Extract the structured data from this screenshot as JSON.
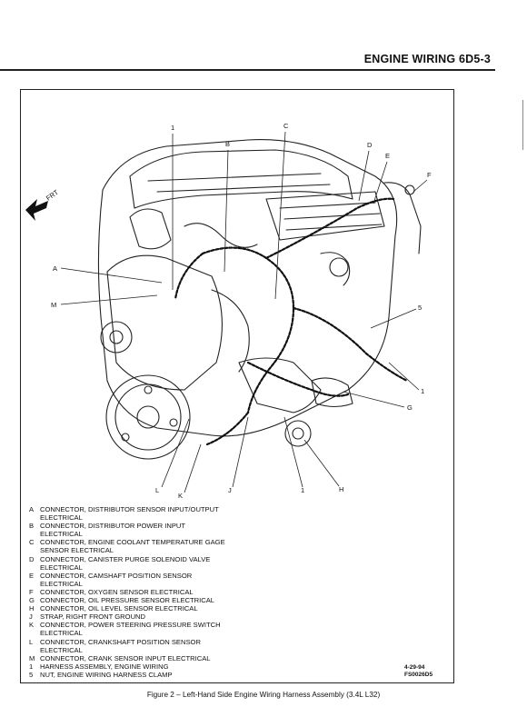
{
  "header": {
    "title": "ENGINE WIRING  6D5-3"
  },
  "figure": {
    "direction_label": "FRT",
    "callouts": {
      "one_top": "1",
      "b": "B",
      "c": "C",
      "d": "D",
      "e": "E",
      "f": "F",
      "a": "A",
      "m": "M",
      "five": "5",
      "one_right": "1",
      "g": "G",
      "l": "L",
      "k": "K",
      "j": "J",
      "one_bottom": "1",
      "h": "H"
    }
  },
  "legend": [
    {
      "letter": "A",
      "text": "CONNECTOR, DISTRIBUTOR SENSOR INPUT/OUTPUT"
    },
    {
      "letter": "",
      "text": "ELECTRICAL"
    },
    {
      "letter": "B",
      "text": "CONNECTOR, DISTRIBUTOR POWER INPUT"
    },
    {
      "letter": "",
      "text": "ELECTRICAL"
    },
    {
      "letter": "C",
      "text": "CONNECTOR, ENGINE COOLANT TEMPERATURE GAGE"
    },
    {
      "letter": "",
      "text": "SENSOR ELECTRICAL"
    },
    {
      "letter": "D",
      "text": "CONNECTOR, CANISTER PURGE SOLENOID VALVE"
    },
    {
      "letter": "",
      "text": "ELECTRICAL"
    },
    {
      "letter": "E",
      "text": "CONNECTOR, CAMSHAFT POSITION SENSOR"
    },
    {
      "letter": "",
      "text": "ELECTRICAL"
    },
    {
      "letter": "F",
      "text": "CONNECTOR, OXYGEN SENSOR ELECTRICAL"
    },
    {
      "letter": "G",
      "text": "CONNECTOR, OIL PRESSURE SENSOR ELECTRICAL"
    },
    {
      "letter": "H",
      "text": "CONNECTOR, OIL LEVEL SENSOR ELECTRICAL"
    },
    {
      "letter": "J",
      "text": "STRAP, RIGHT FRONT GROUND"
    },
    {
      "letter": "K",
      "text": "CONNECTOR, POWER STEERING PRESSURE SWITCH"
    },
    {
      "letter": "",
      "text": "ELECTRICAL"
    },
    {
      "letter": "L",
      "text": "CONNECTOR, CRANKSHAFT POSITION SENSOR"
    },
    {
      "letter": "",
      "text": "ELECTRICAL"
    },
    {
      "letter": "M",
      "text": "CONNECTOR, CRANK SENSOR INPUT ELECTRICAL"
    },
    {
      "letter": "1",
      "text": "HARNESS ASSEMBLY, ENGINE WIRING"
    },
    {
      "letter": "5",
      "text": "NUT, ENGINE WIRING HARNESS CLAMP"
    }
  ],
  "stamp": {
    "date": "4-29-94",
    "code": "FS0026D5"
  },
  "caption": "Figure 2 – Left-Hand Side Engine Wiring Harness Assembly (3.4L L32)"
}
